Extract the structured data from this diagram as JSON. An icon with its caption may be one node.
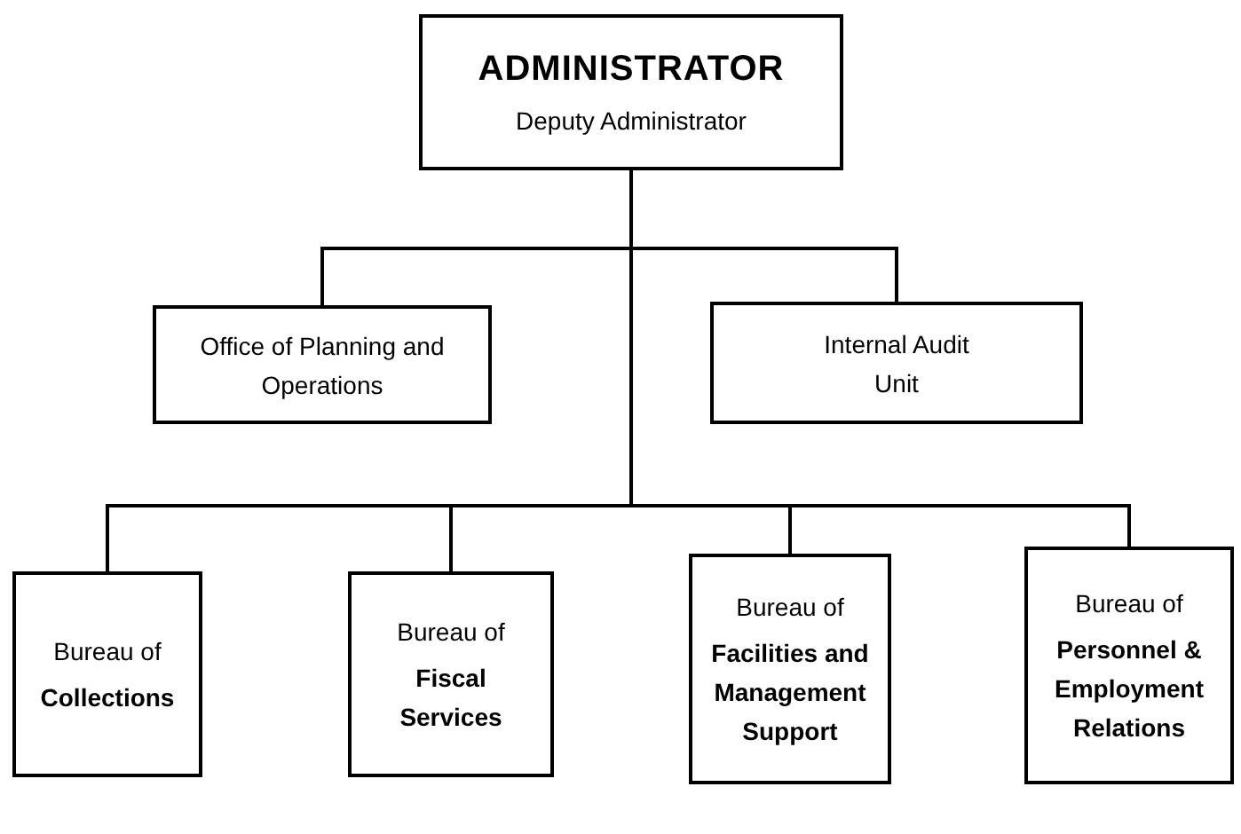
{
  "diagram": {
    "nodes": [
      {
        "text": [
          "ADMINISTRATOR",
          "Deputy Administrator"
        ]
      },
      {
        "text": [
          "Office of Planning and Operations"
        ]
      },
      {
        "text": [
          "Internal Audit Unit"
        ]
      },
      {
        "text": [
          "Bureau of",
          "Collections"
        ]
      },
      {
        "text": [
          "Bureau of",
          "Fiscal Services"
        ]
      },
      {
        "text": [
          "Bureau of",
          "Facilities and Management Support"
        ]
      },
      {
        "text": [
          "Bureau of",
          "Personnel & Employment Relations"
        ]
      }
    ],
    "edges": [
      {
        "from": 0,
        "to": 1,
        "arrow": "none"
      },
      {
        "from": 0,
        "to": 2,
        "arrow": "none"
      },
      {
        "from": 0,
        "to": 3,
        "arrow": "none"
      },
      {
        "from": 0,
        "to": 4,
        "arrow": "none"
      },
      {
        "from": 0,
        "to": 5,
        "arrow": "none"
      },
      {
        "from": 0,
        "to": 6,
        "arrow": "none"
      }
    ]
  }
}
